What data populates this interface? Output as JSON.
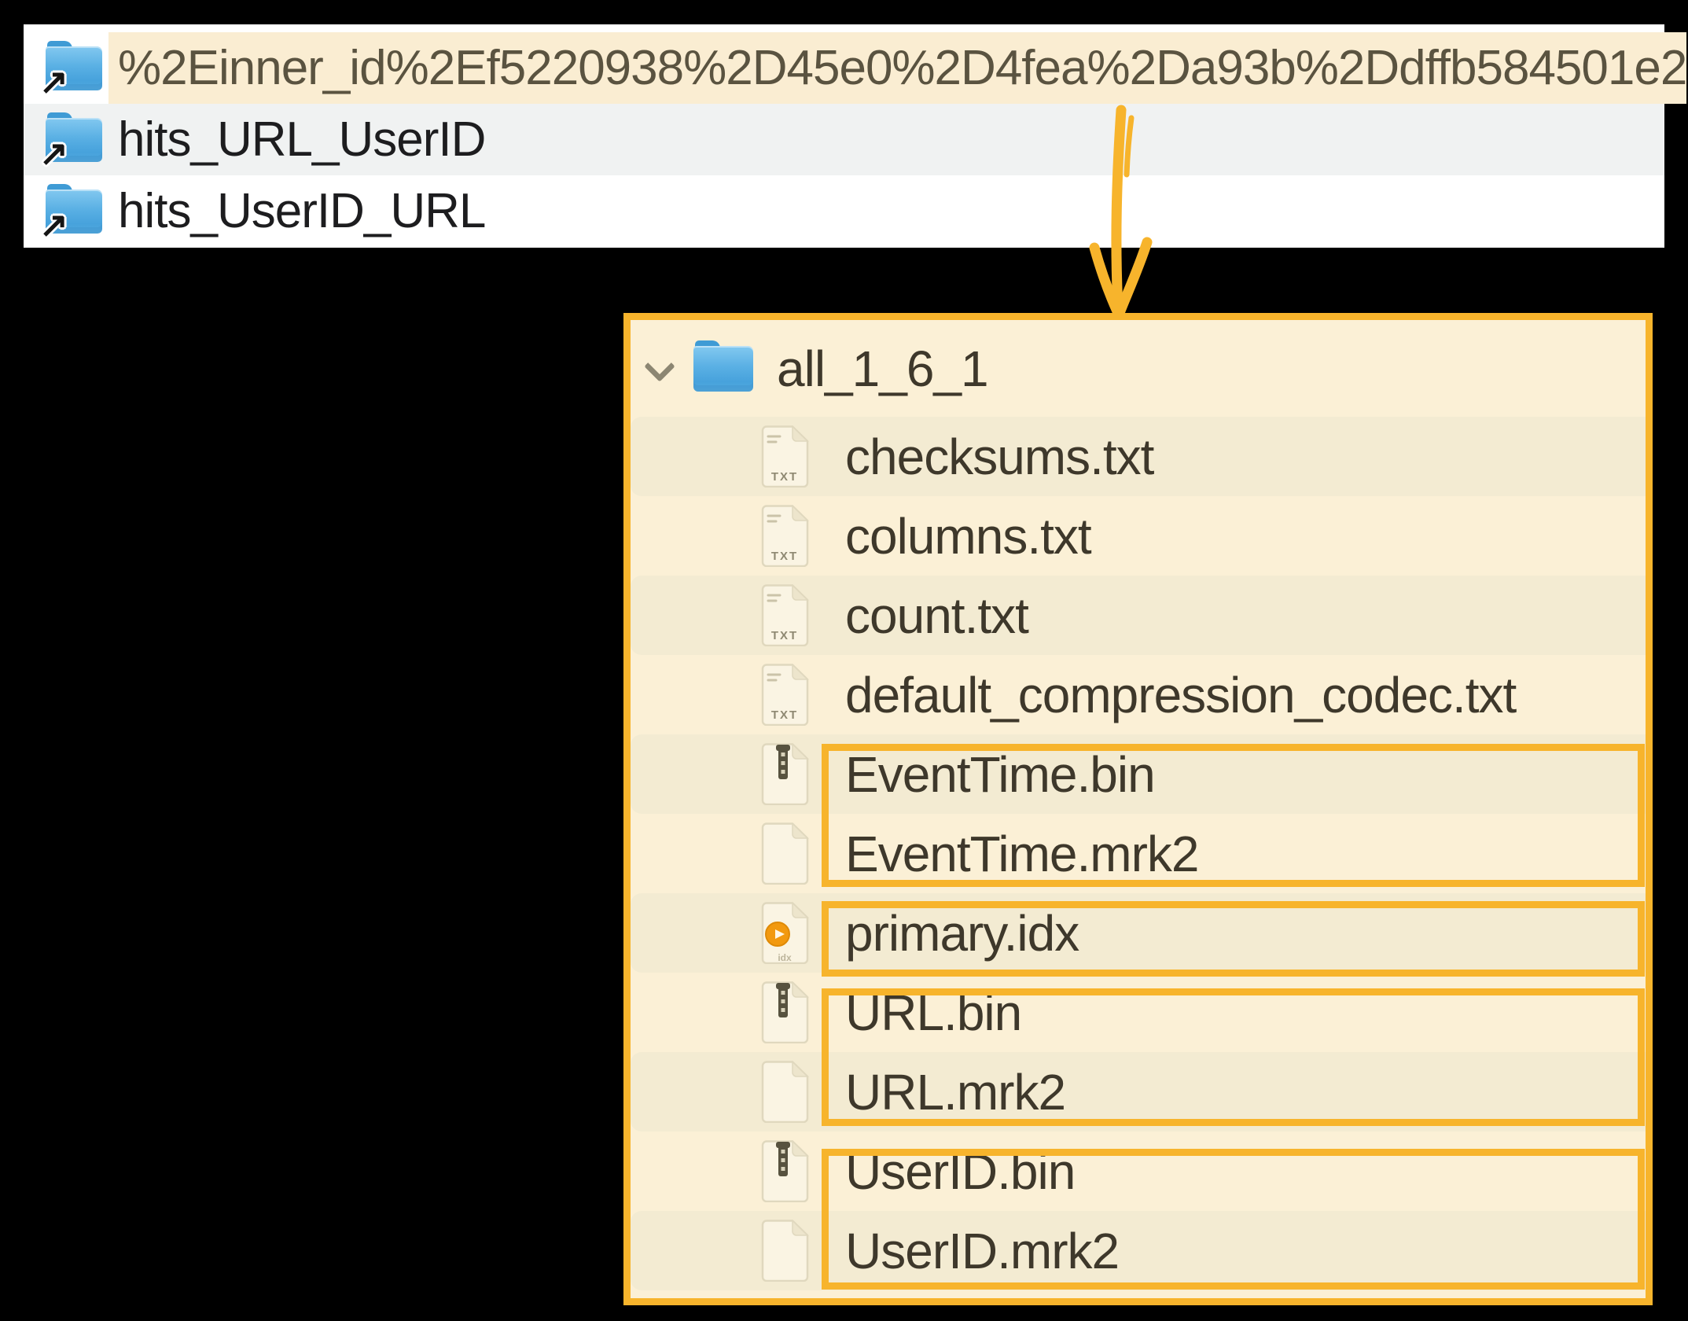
{
  "colors": {
    "accent_orange": "#F7B42C",
    "tree_panel_bg": "#FBF0D6",
    "tree_band_bg": "#F3EBD2",
    "selected_row_bg": "#FAEDD2",
    "alt_row_gray": "#F0F2F2",
    "list_bg": "#FFFFFF",
    "list_text": "#1D1D1F",
    "selected_row_text": "#5A5340",
    "tree_text": "#3E382B"
  },
  "icons": {
    "alias_glyph": "↗"
  },
  "finder_list": {
    "items": [
      {
        "name": "%2Einner_id%2Ef5220938%2D45e0%2D4fea%2Da93b%2Ddffb584501e2",
        "icon": "folder-alias",
        "highlighted": true
      },
      {
        "name": "hits_URL_UserID",
        "icon": "folder-alias",
        "highlighted": false
      },
      {
        "name": "hits_UserID_URL",
        "icon": "folder-alias",
        "highlighted": false
      }
    ]
  },
  "annotation": {
    "arrow": "arrow-down-from-selected-item-to-panel",
    "boxed_groups": [
      [
        "EventTime.bin",
        "EventTime.mrk2"
      ],
      [
        "primary.idx"
      ],
      [
        "URL.bin",
        "URL.mrk2"
      ],
      [
        "UserID.bin",
        "UserID.mrk2"
      ]
    ]
  },
  "tree": {
    "root": {
      "name": "all_1_6_1",
      "icon": "folder",
      "expanded": true
    },
    "txt_icon_label": "TXT",
    "idx_icon_label": "idx",
    "children": [
      {
        "name": "checksums.txt",
        "icon": "txt",
        "band": true
      },
      {
        "name": "columns.txt",
        "icon": "txt",
        "band": false
      },
      {
        "name": "count.txt",
        "icon": "txt",
        "band": true
      },
      {
        "name": "default_compression_codec.txt",
        "icon": "txt",
        "band": false
      },
      {
        "name": "EventTime.bin",
        "icon": "bin",
        "band": true,
        "boxed_group": 1
      },
      {
        "name": "EventTime.mrk2",
        "icon": "mrk2",
        "band": false,
        "boxed_group": 1
      },
      {
        "name": "primary.idx",
        "icon": "idx",
        "band": true,
        "boxed_group": 2
      },
      {
        "name": "URL.bin",
        "icon": "bin",
        "band": false,
        "boxed_group": 3
      },
      {
        "name": "URL.mrk2",
        "icon": "mrk2",
        "band": true,
        "boxed_group": 3
      },
      {
        "name": "UserID.bin",
        "icon": "bin",
        "band": false,
        "boxed_group": 4
      },
      {
        "name": "UserID.mrk2",
        "icon": "mrk2",
        "band": true,
        "boxed_group": 4
      }
    ]
  }
}
